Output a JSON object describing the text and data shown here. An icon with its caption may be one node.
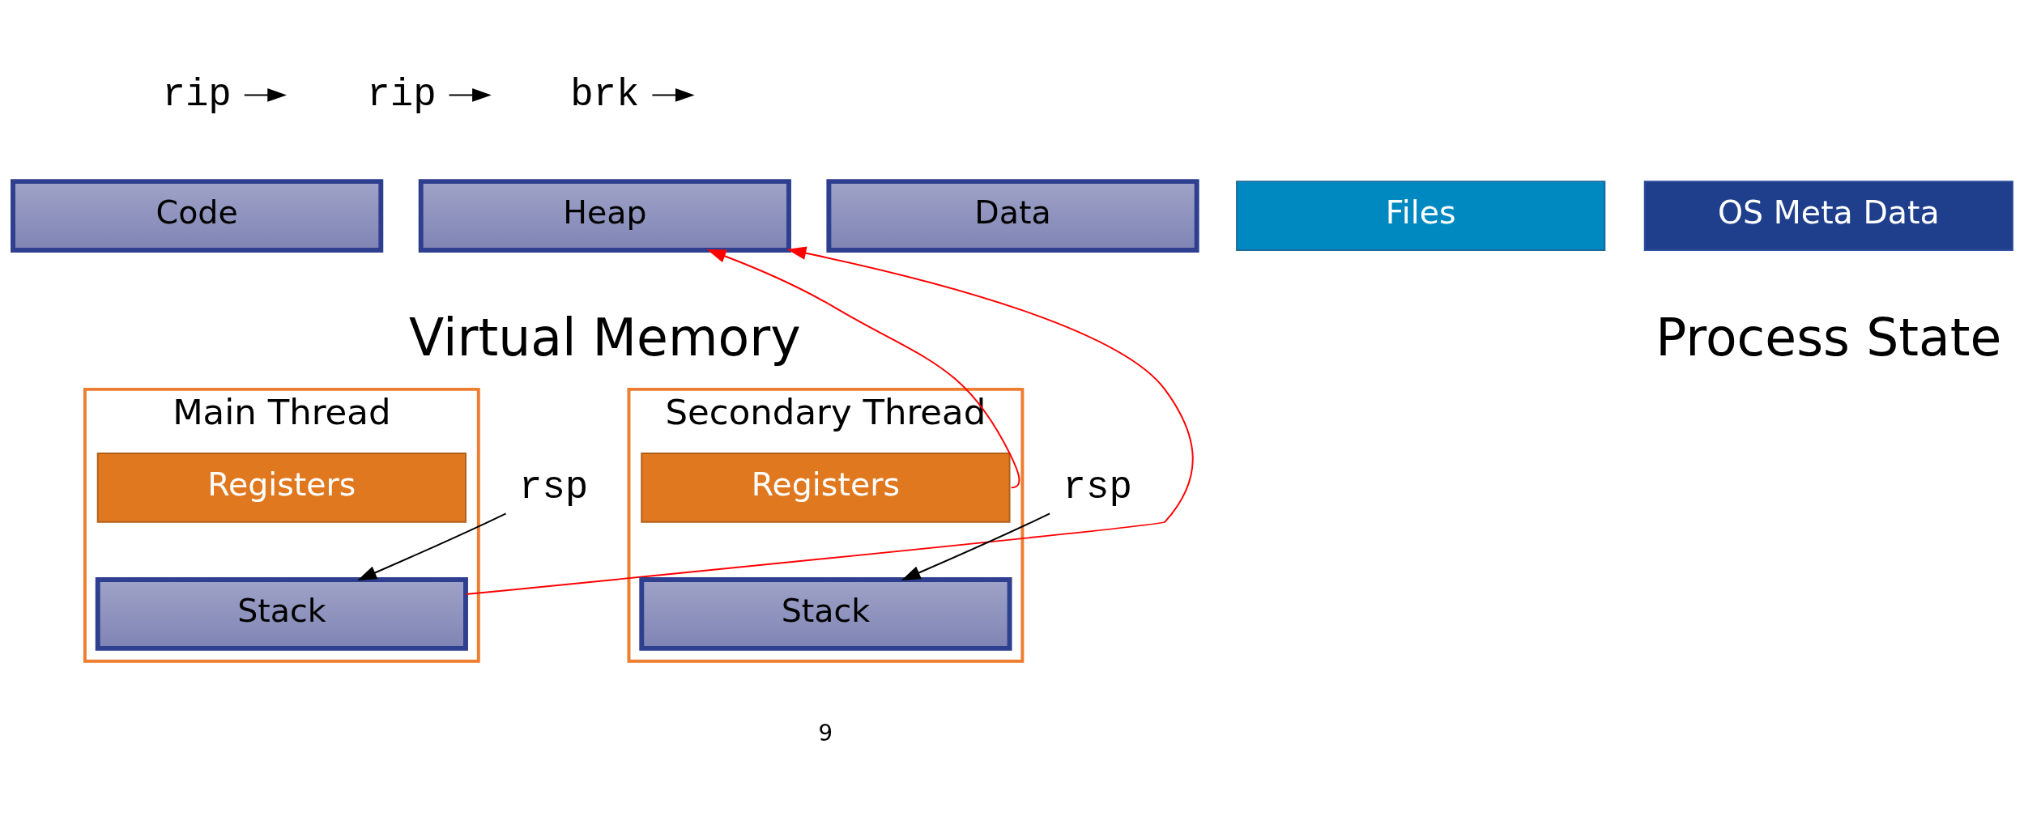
{
  "diagram": {
    "nodes": [
      {
        "text": [
          "rip"
        ]
      },
      {
        "text": [
          "Code"
        ]
      },
      {
        "text": [
          "rip"
        ]
      },
      {
        "text": [
          "brk"
        ]
      },
      {
        "text": [
          "Heap"
        ]
      },
      {
        "text": [
          "Data"
        ]
      },
      {
        "text": [
          "Files"
        ]
      },
      {
        "text": [
          "OS Meta Data"
        ]
      },
      {
        "text": [
          "Main Thread"
        ]
      },
      {
        "text": [
          "Registers"
        ],
        "in": 8
      },
      {
        "text": [
          "Stack"
        ],
        "in": 8
      },
      {
        "text": [
          "rsp"
        ]
      },
      {
        "text": [
          "Secondary Thread"
        ]
      },
      {
        "text": [
          "Registers"
        ],
        "in": 12
      },
      {
        "text": [
          "Stack"
        ],
        "in": 12
      },
      {
        "text": [
          "rsp"
        ]
      }
    ],
    "edges": [
      {
        "from": 0,
        "to": null,
        "arrow": "to"
      },
      {
        "from": 2,
        "to": null,
        "arrow": "to"
      },
      {
        "from": 3,
        "to": null,
        "arrow": "to"
      },
      {
        "from": 11,
        "to": 10,
        "arrow": "to"
      },
      {
        "from": 15,
        "to": 14,
        "arrow": "to"
      },
      {
        "from": 10,
        "to": 4,
        "arrow": "to",
        "color": "#ff0000"
      },
      {
        "from": 13,
        "to": 4,
        "arrow": "to",
        "color": "#ff0000"
      }
    ],
    "labels": [
      "Virtual Memory",
      "Process State",
      "9"
    ]
  }
}
